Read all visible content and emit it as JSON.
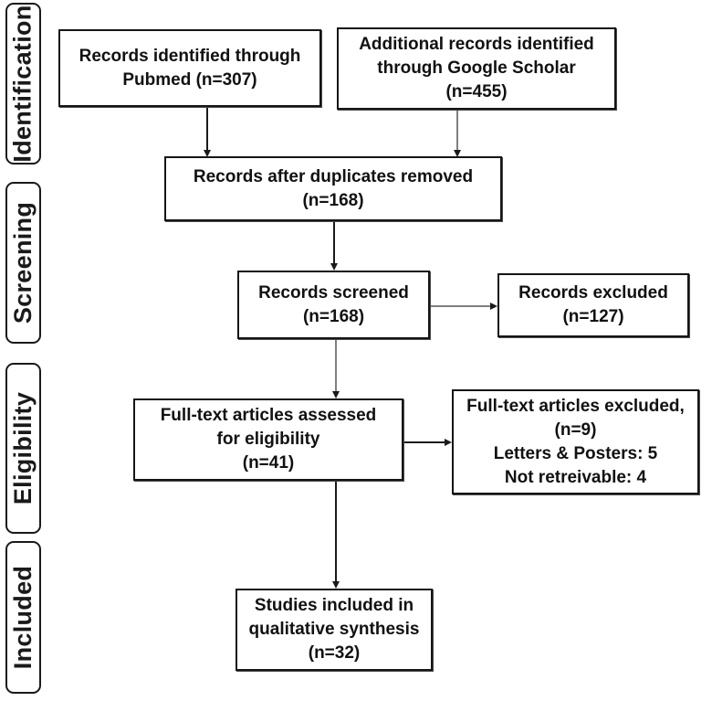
{
  "stages": {
    "identification": "Identification",
    "screening": "Screening",
    "eligibility": "Eligibility",
    "included": "Included"
  },
  "boxes": {
    "pubmed": {
      "line1": "Records identified through",
      "line2": "Pubmed (n=307)"
    },
    "google_scholar": {
      "line1": "Additional records identified",
      "line2": "through Google Scholar",
      "line3": "(n=455)"
    },
    "duplicates_removed": {
      "line1": "Records after duplicates removed",
      "line2": "(n=168)"
    },
    "screened": {
      "line1": "Records screened",
      "line2": "(n=168)"
    },
    "excluded": {
      "line1": "Records excluded",
      "line2": "(n=127)"
    },
    "fulltext_assessed": {
      "line1": "Full-text articles assessed",
      "line2": "for eligibility",
      "line3": "(n=41)"
    },
    "fulltext_excluded": {
      "line1": "Full-text articles excluded,",
      "line2": "(n=9)",
      "line3": "Letters & Posters: 5",
      "line4": "Not retreivable: 4"
    },
    "included": {
      "line1": "Studies included in",
      "line2": "qualitative synthesis",
      "line3": "(n=32)"
    }
  },
  "colors": {
    "line": "#1a1a1a",
    "background": "#ffffff"
  }
}
